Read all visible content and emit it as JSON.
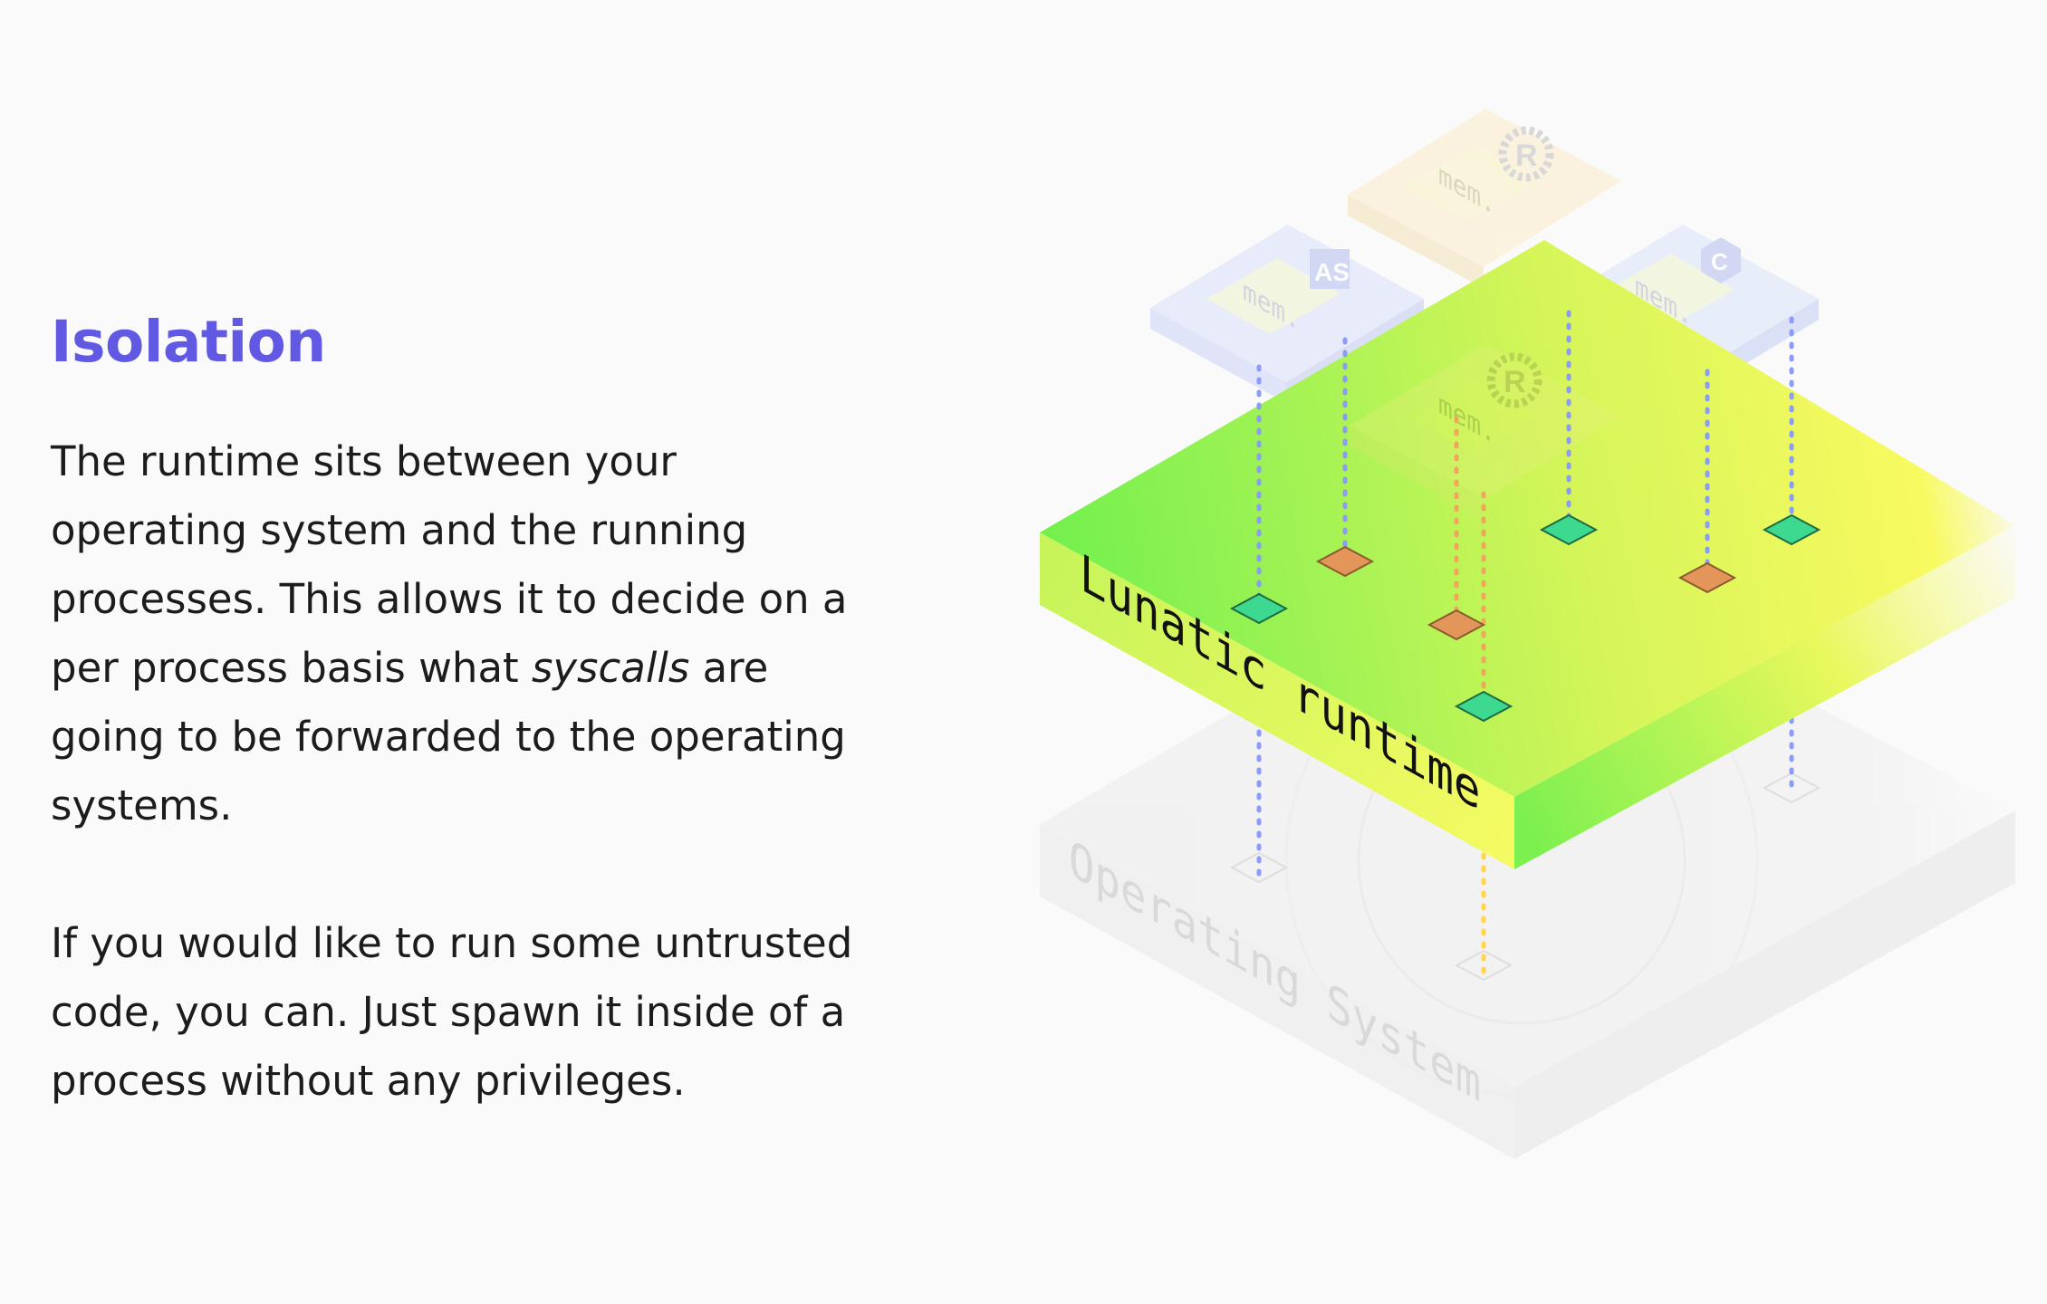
{
  "section": {
    "title": "Isolation",
    "paragraph1": {
      "before": "The runtime sits between your operating system and the running processes. This allows it to decide on a per process basis what ",
      "emphasis": "syscalls",
      "after": " are going to be forwarded to the operating systems."
    },
    "paragraph2": "If you would like to run some untrusted code, you can. Just spawn it inside of a process without any privileges."
  },
  "diagram": {
    "runtime_label": "Lunatic runtime",
    "os_label": "Operating System",
    "memory_label": "mem.",
    "process_badges": {
      "rust": "R",
      "assemblyscript": "AS",
      "c": "C"
    },
    "colors": {
      "title": "#6159e3",
      "runtime_green": "#6ef04e",
      "runtime_yellow": "#f8fa60",
      "allowed_syscall": "#3ed990",
      "blocked_syscall": "#e4965a",
      "os_plate": "#f0f0f0"
    }
  }
}
